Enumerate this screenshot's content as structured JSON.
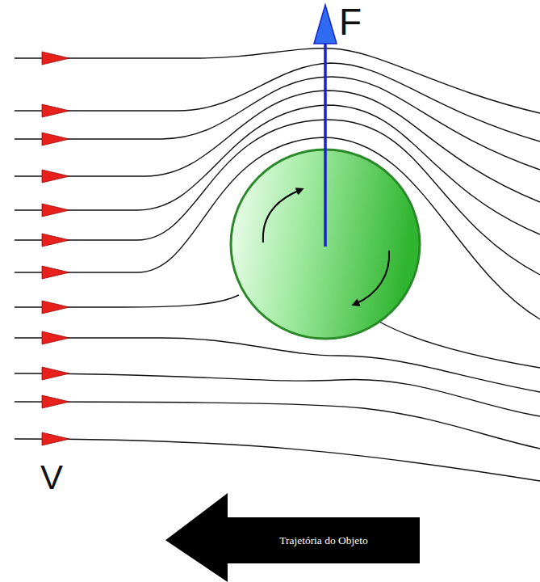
{
  "diagram": {
    "nodes": [
      {
        "text": [
          "Trajetória do Objeto"
        ]
      }
    ],
    "labels": [
      "F",
      "V"
    ]
  }
}
